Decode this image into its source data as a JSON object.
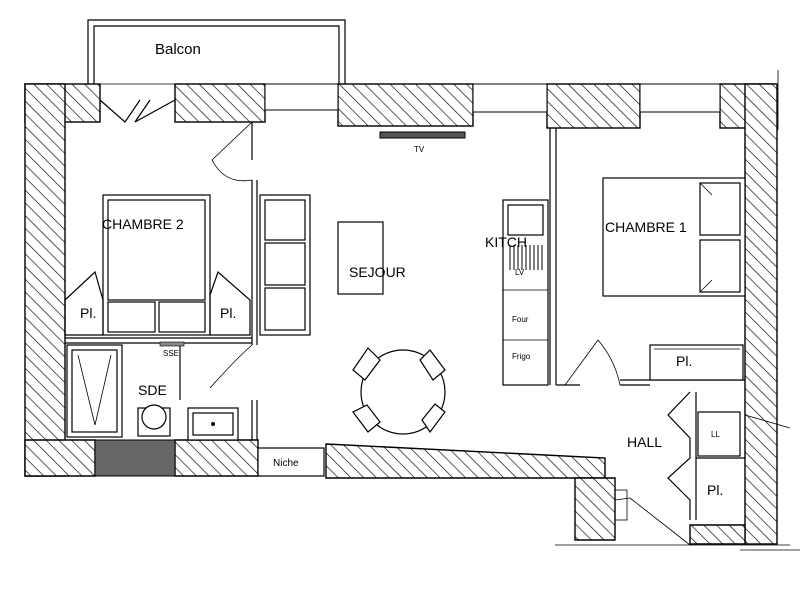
{
  "rooms": {
    "balcon": "Balcon",
    "chambre2": "CHAMBRE 2",
    "chambre1": "CHAMBRE 1",
    "sejour": "SEJOUR",
    "kitchen": "KITCH",
    "sde": "SDE",
    "hall": "HALL"
  },
  "fixtures": {
    "tv": "TV",
    "lv": "LV",
    "four": "Four",
    "frigo": "Frigo",
    "sse": "SSE",
    "niche": "Niche",
    "ll": "LL",
    "placard": "Pl."
  }
}
